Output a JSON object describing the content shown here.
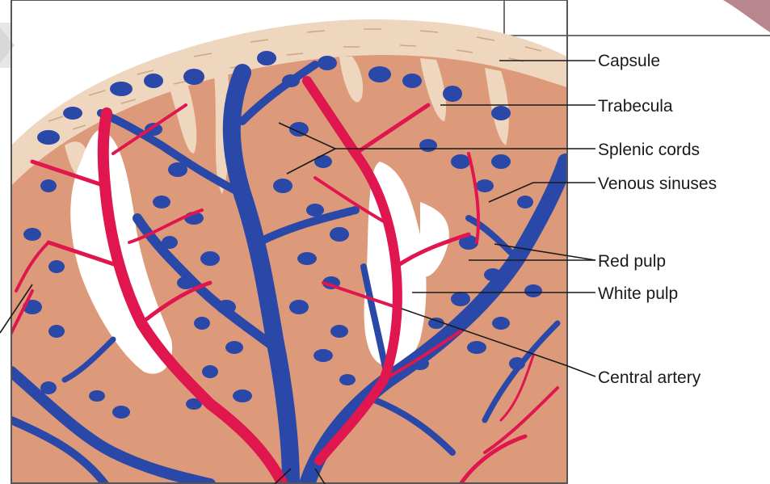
{
  "labels": {
    "capsule": "Capsule",
    "trabecula": "Trabecula",
    "splenic_cords": "Splenic cords",
    "venous_sinuses": "Venous sinuses",
    "red_pulp": "Red pulp",
    "white_pulp": "White pulp",
    "central_artery": "Central artery"
  },
  "colors": {
    "capsule": "#efd6bf",
    "parenchyma": "#dd9a7a",
    "artery": "#e0174f",
    "vein": "#2a48a8",
    "white_pulp": "#ffffff",
    "frame": "#555555"
  }
}
